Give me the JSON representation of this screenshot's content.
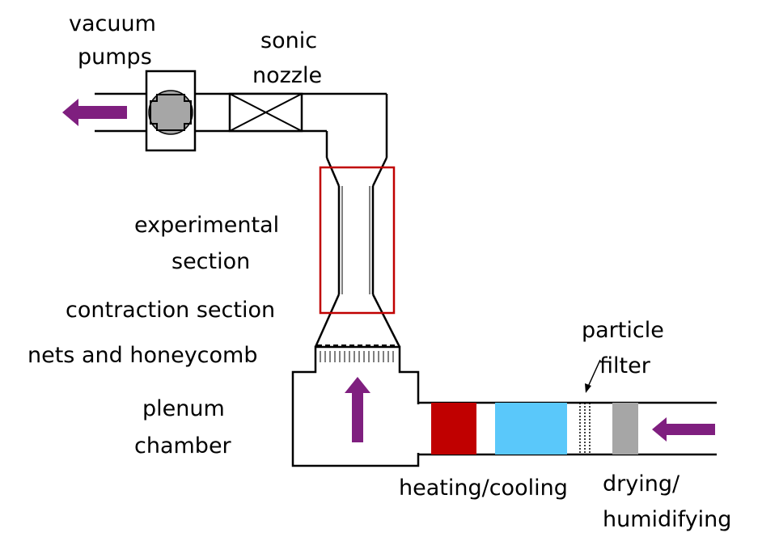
{
  "labels": {
    "vacuum": "vacuum",
    "pumps": "pumps",
    "sonic": "sonic",
    "nozzle": "nozzle",
    "experimental": "experimental",
    "section": "section",
    "contraction_section": "contraction section",
    "nets_and_honeycomb": "nets and honeycomb",
    "plenum": "plenum",
    "chamber": "chamber",
    "particle": "particle",
    "filter": "filter",
    "heating_cooling": "heating/cooling",
    "drying": "drying/",
    "humidifying": "humidifying"
  },
  "colors": {
    "line": "#000000",
    "arrow": "#7f1f7f",
    "heater": "#c00000",
    "cooler": "#5ac8fa",
    "dryer": "#a6a6a6",
    "pump": "#a6a6a6",
    "highlight": "#c00000"
  }
}
